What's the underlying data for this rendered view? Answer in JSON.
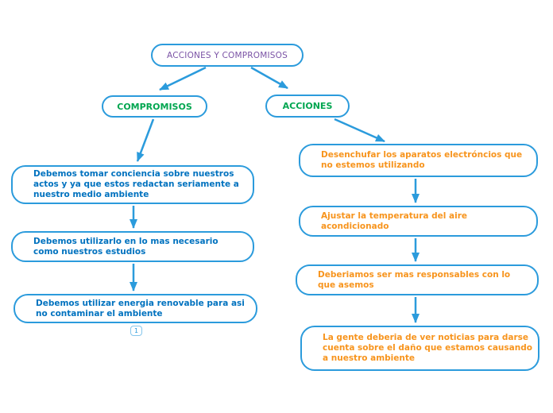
{
  "colors": {
    "connector_blue": "#2b9bdc",
    "border_blue": "#2b9bdc",
    "root_text_purple": "#7a52a5",
    "branch_text_green": "#00a650",
    "left_text_blue": "#0072bf",
    "right_text_orange": "#f7941d",
    "background": "#ffffff"
  },
  "nodes": {
    "root": {
      "label": "ACCIONES Y COMPROMISOS"
    },
    "compromisos": {
      "label": "COMPROMISOS"
    },
    "acciones": {
      "label": "ACCIONES"
    },
    "left_items": [
      {
        "label": "Debemos tomar conciencia sobre nuestros\nactos y ya que estos redactan seriamente a\nnuestro medio ambiente"
      },
      {
        "label": "Debemos utilizarlo en lo mas necesario\ncomo nuestros estudios"
      },
      {
        "label": "Debemos utilizar energia renovable para asi\nno contaminar el ambiente",
        "badge": "1"
      }
    ],
    "right_items": [
      {
        "label": "Desenchufar los aparatos electróncios que\nno estemos utilizando"
      },
      {
        "label": "Ajustar la temperatura del aire\nacondicionado"
      },
      {
        "label": "Deberiamos ser mas responsables con lo\nque asemos"
      },
      {
        "label": "La gente deberia de ver noticias para darse\ncuenta sobre el daño que estamos causando\na nuestro ambiente"
      }
    ]
  },
  "edges": [
    {
      "from": "root",
      "to": "compromisos"
    },
    {
      "from": "root",
      "to": "acciones"
    },
    {
      "from": "compromisos",
      "to": "left-1"
    },
    {
      "from": "left-1",
      "to": "left-2"
    },
    {
      "from": "left-2",
      "to": "left-3"
    },
    {
      "from": "acciones",
      "to": "right-1"
    },
    {
      "from": "right-1",
      "to": "right-2"
    },
    {
      "from": "right-2",
      "to": "right-3"
    },
    {
      "from": "right-3",
      "to": "right-4"
    }
  ]
}
